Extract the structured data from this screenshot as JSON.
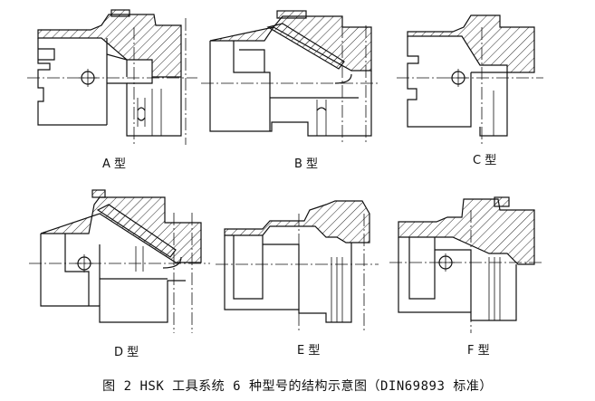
{
  "labels": {
    "a": "A 型",
    "b": "B 型",
    "c": "C 型",
    "d": "D 型",
    "e": "E 型",
    "f": "F 型"
  },
  "caption": "图 2 HSK 工具系统 6 种型号的结构示意图（DIN69893 标准）"
}
